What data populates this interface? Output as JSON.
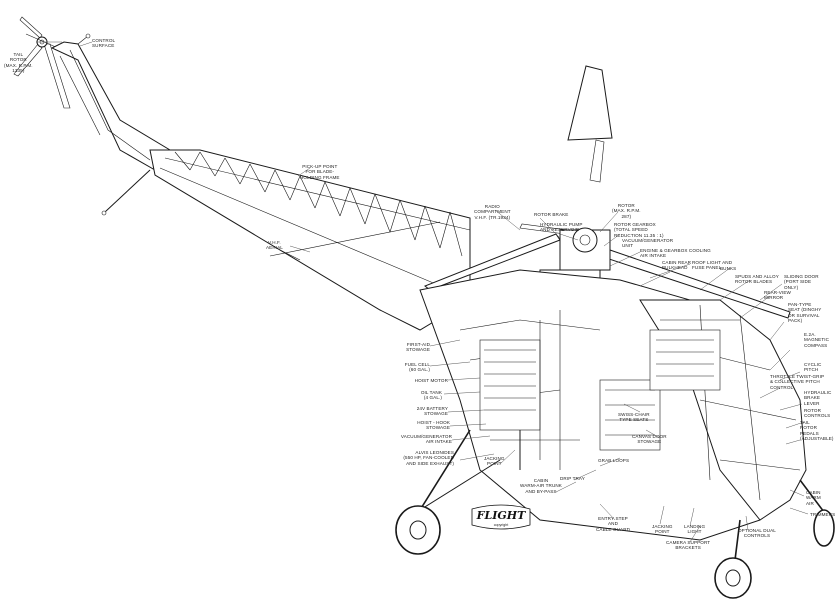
{
  "diagram": {
    "logo": {
      "word": "FLIGHT",
      "sub": "copyright"
    },
    "labels": {
      "tail_rotor": "TAIL\nROTOR\n(MAX. R.P.M.\n1335)",
      "control_surface": "CONTROL\nSURFACE",
      "pick_up_point": "PICK-UP POINT\nFOR BLADE-\nHOLDING FRAME",
      "vhf_aerial": "V.H.F.\nAERIAL",
      "radio_compartment": "RADIO\nCOMPARTMENT\nV.H.F. (TR.1934)",
      "rotor_brake": "ROTOR BRAKE",
      "hydraulic_pump": "HYDRAULIC PUMP\nAND RESERVOIR",
      "rotor": "ROTOR\n(MAX. R.P.M.\n287)",
      "rotor_gearbox": "ROTOR GEARBOX\n(TOTAL SPEED\nREDUCTION 11.35 : 1)",
      "vacuum_generator": "VACUUM/GENERATOR\nUNIT",
      "engine_cooling": "ENGINE & GEARBOX COOLING\nAIR INTAKE",
      "cabin_rear_bulkhead": "CABIN REAR\nBULKHEAD",
      "roof_light": "ROOF LIGHT AND\nFUSE PANEL",
      "bunks": "BUNKS",
      "spuds": "SPUDS AND ALLOY\nROTOR BLADES",
      "rear_view_mirror": "REAR-VIEW\nMIRROR",
      "sliding_door": "SLIDING DOOR\n(PORT SIDE\nONLY)",
      "pan_type_seat": "PAN-TYPE\nSEAT (DINGHY\nOR SURVIVAL\nPACK)",
      "compass": "E.2A.\nMAGNETIC\nCOMPASS",
      "cyclic_pitch": "CYCLIC\nPITCH",
      "throttle": "THROTTLE TWIST-GRIP\n& COLLECTIVE PITCH\nCONTROL",
      "hydraulic_brake": "HYDRAULIC\nBRAKE\nLEVER",
      "rotor_controls": "ROTOR\nCONTROLS",
      "tail_rotor_pedals": "TAIL\nROTOR\nPEDALS\n(ADJUSTABLE)",
      "first_aid": "FIRST-AID\nSTOWAGE",
      "fuel_cell": "FUEL CELL\n(60 GAL.)",
      "hoist_motor": "HOIST MOTOR",
      "oil_tank": "OIL TANK\n(4 GAL.)",
      "battery": "24V BATTERY\nSTOWAGE",
      "hoist_hook": "HOIST - HOOK\nSTOWAGE",
      "vacuum_intake": "VACUUM/GENERATOR\nAIR INTAKE",
      "alvis_leonides": "ALVIS LEONIDES\n(550 HP, FAN-COOLED\nAND SIDE EXHAUST)",
      "jacking_point": "JACKING\nPOINT",
      "stretcher_seats": "SWISS-CHAIR\nTYPE SEATS",
      "canvas_door": "CANVAS DOOR\nSTOWAGE",
      "grab_loops": "GRAB LOOPS",
      "drip_tray": "DRIP TRAY",
      "cabin_warm_air": "CABIN\nWARM-AIR TRUNK\nAND BY-PASS",
      "entry_step": "ENTRY STEP\nAND\nCABLE GUARD",
      "jacking_point_2": "JACKING\nPOINT",
      "landing_light": "LANDING\nLIGHT",
      "camera_support": "CAMERA SUPPORT\nBRACKETS",
      "optional_dual": "OPTIONAL DUAL\nCONTROLS",
      "trimmers": "TRIMMERS",
      "cabin_warm_air_2": "CABIN\nWARM\nAIR"
    }
  }
}
